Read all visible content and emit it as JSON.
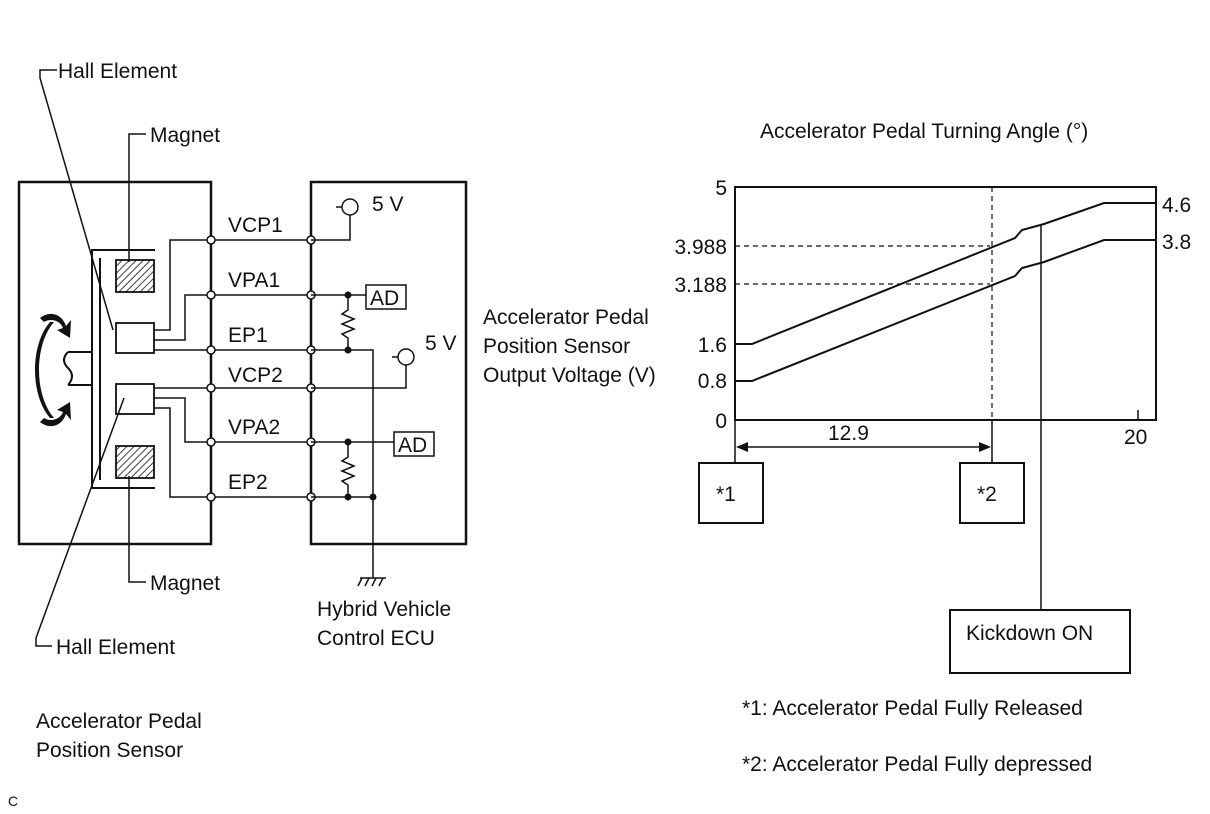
{
  "circuit": {
    "hall_element_top": "Hall Element",
    "magnet_top": "Magnet",
    "magnet_bottom": "Magnet",
    "hall_element_bottom": "Hall Element",
    "sensor_label_line1": "Accelerator Pedal",
    "sensor_label_line2": "Position Sensor",
    "ecu_label_line1": "Hybrid Vehicle",
    "ecu_label_line2": "Control ECU",
    "terminals": [
      "VCP1",
      "VPA1",
      "EP1",
      "VCP2",
      "VPA2",
      "EP2"
    ],
    "supply_1": "5 V",
    "supply_2": "5 V",
    "ad_1": "AD",
    "ad_2": "AD",
    "corner_mark": "C"
  },
  "graph": {
    "title": "Accelerator Pedal Turning Angle (°)",
    "ylabel_line1": "Accelerator Pedal",
    "ylabel_line2": "Position Sensor",
    "ylabel_line3": "Output Voltage (V)",
    "y_ticks": [
      "5",
      "3.988",
      "3.188",
      "1.6",
      "0.8",
      "0"
    ],
    "right_labels": [
      "4.6",
      "3.8"
    ],
    "x_tick_20": "20",
    "span_label": "12.9",
    "marker_1": "*1",
    "marker_2": "*2",
    "kickdown": "Kickdown ON",
    "note_1": "*1: Accelerator Pedal Fully Released",
    "note_2": "*2: Accelerator Pedal Fully depressed"
  },
  "chart_data": {
    "type": "line",
    "title": "Accelerator Pedal Turning Angle (°)",
    "ylabel": "Accelerator Pedal Position Sensor Output Voltage (V)",
    "ylim": [
      0,
      5
    ],
    "series": [
      {
        "name": "VPA1",
        "x": [
          0,
          12.9,
          20
        ],
        "values": [
          1.6,
          3.988,
          4.6
        ]
      },
      {
        "name": "VPA2",
        "x": [
          0,
          12.9,
          20
        ],
        "values": [
          0.8,
          3.188,
          3.8
        ]
      }
    ],
    "x_markers": [
      {
        "x": 0,
        "label": "*1"
      },
      {
        "x": 12.9,
        "label": "*2"
      }
    ]
  }
}
